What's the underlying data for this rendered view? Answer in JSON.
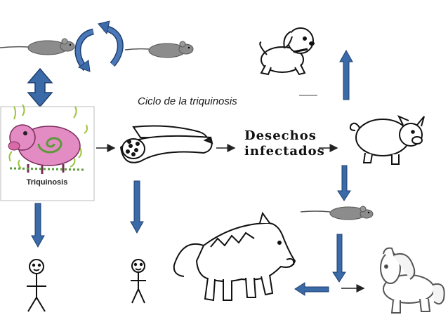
{
  "diagram": {
    "title": "Ciclo de la triquinosis",
    "waste_label_line1": "Desechos",
    "waste_label_line2": "infectados",
    "card_label": "Triquinosis",
    "colors": {
      "arrow": "#3a6aa8",
      "arrow_stroke": "#1f3f6e",
      "pig_card": "#e38cc4",
      "stink": "#9cc43c"
    }
  }
}
